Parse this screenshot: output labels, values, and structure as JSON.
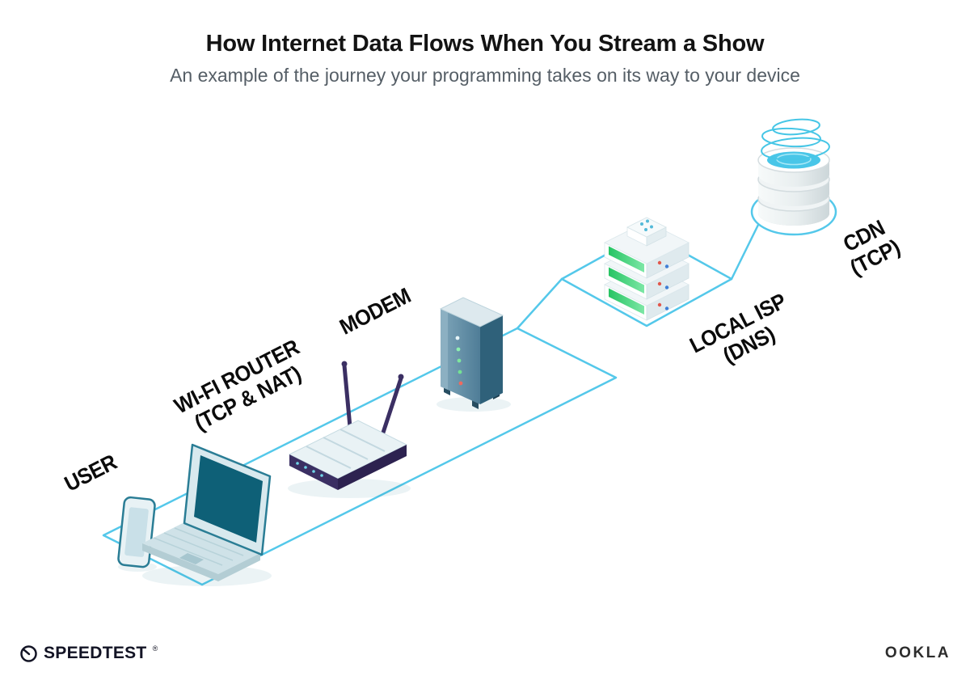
{
  "header": {
    "title": "How Internet Data Flows When You Stream a Show",
    "subtitle": "An example of the journey your programming takes on its way to your device"
  },
  "diagram": {
    "nodes": {
      "user": {
        "label": "USER"
      },
      "router": {
        "label": "WI-FI ROUTER",
        "sublabel": "(TCP & NAT)"
      },
      "modem": {
        "label": "MODEM"
      },
      "isp": {
        "label": "LOCAL ISP",
        "sublabel": "(DNS)"
      },
      "cdn": {
        "label": "CDN",
        "sublabel": "(TCP)"
      }
    },
    "colors": {
      "path_line": "#54c8ea",
      "device_teal": "#2a7d95",
      "screen_teal": "#0e6077",
      "router_indigo": "#3b2f63",
      "server_green": "#2fcf6e",
      "cdn_cyan": "#49c6e8"
    }
  },
  "footer": {
    "speedtest": "SPEEDTEST",
    "speedtest_mark": "®",
    "ookla": "OOKLA"
  }
}
